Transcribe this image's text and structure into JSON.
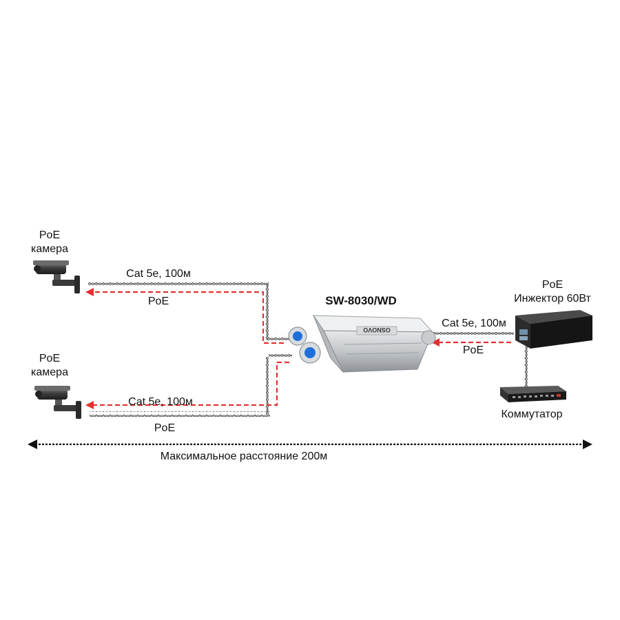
{
  "cameras": [
    {
      "label_line1": "PoE",
      "label_line2": "камера"
    },
    {
      "label_line1": "PoE",
      "label_line2": "камера"
    }
  ],
  "links": [
    {
      "cable": "Cat 5e, 100м",
      "power": "PoE"
    },
    {
      "cable": "Cat 5e, 100м",
      "power": "PoE"
    },
    {
      "cable": "Cat 5e, 100м",
      "power": "PoE"
    }
  ],
  "switch_device": {
    "model": "SW-8030/WD",
    "brand_mark": "OSNOVO"
  },
  "injector": {
    "label_line1": "PoE",
    "label_line2": "Инжектор 60Вт"
  },
  "network_switch": {
    "label": "Коммутатор"
  },
  "distance": {
    "label": "Максимальное расстояние 200м"
  },
  "colors": {
    "poe_line": "#e53030",
    "cable": "#444444",
    "device_body": "#c9ccce",
    "injector_body": "#1c1c1c"
  }
}
